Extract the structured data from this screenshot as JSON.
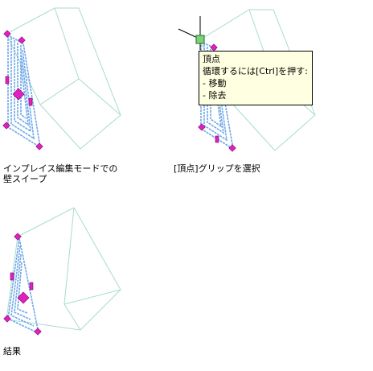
{
  "panels": [
    {
      "caption_lines": [
        "インプレイス編集モードでの",
        "壁スイープ"
      ]
    },
    {
      "caption_lines": [
        "[頂点]グリップを選択"
      ]
    },
    {
      "caption_lines": [
        "結果"
      ]
    }
  ],
  "tooltip": {
    "title": "頂点",
    "line": "循環するには[Ctrl]を押す:",
    "options": [
      "- 移動",
      "- 除去"
    ]
  },
  "colors": {
    "box_edge": "#a8dccb",
    "sweep": "#6fa8e8",
    "grip": "#e020c0",
    "selected_grip": "#2e8b2e",
    "tooltip_bg": "#ffffe1"
  }
}
